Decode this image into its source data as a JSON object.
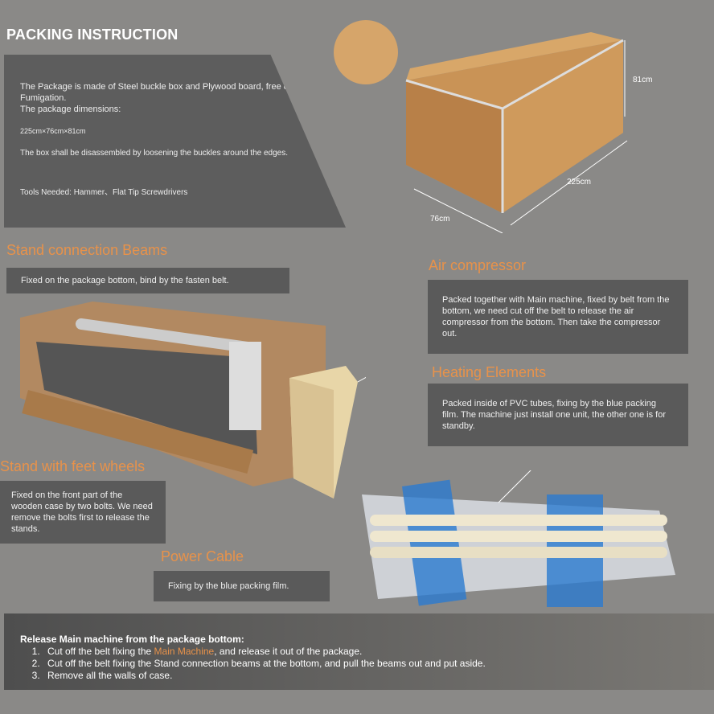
{
  "title": "PACKING INSTRUCTION",
  "info": {
    "p1": "The Package is made of Steel buckle box and Plywood board, free of Fumigation.",
    "p2": "The package dimensions:",
    "dims": "225cm×76cm×81cm",
    "p3": "The box shall be disassembled by loosening the buckles around the edges.",
    "p4": "Tools Needed: Hammer、Flat Tip Screwdrivers"
  },
  "crate": {
    "height": "81cm",
    "length": "225cm",
    "width": "76cm"
  },
  "sections": {
    "beams": {
      "heading": "Stand connection Beams",
      "text": "Fixed on the package bottom, bind by the fasten belt."
    },
    "compressor": {
      "heading": "Air compressor",
      "text": "Packed together with Main machine, fixed by belt from the bottom, we need cut off the belt to release the air compressor from the bottom. Then take the compressor out."
    },
    "heating": {
      "heading": "Heating Elements",
      "text": "Packed inside of PVC tubes, fixing by the blue packing film. The machine just install one unit, the other one is for standby."
    },
    "stand": {
      "heading": "Stand with feet wheels",
      "text": "Fixed on the front part of the wooden case by two bolts. We need remove the bolts first to release the stands."
    },
    "power": {
      "heading": "Power Cable",
      "text": "Fixing by the blue packing film."
    }
  },
  "release": {
    "heading": "Release Main machine from the package bottom:",
    "step1_pre": "Cut off the belt fixing the ",
    "step1_hl": "Main Machine",
    "step1_post": ", and release it out of the package.",
    "step2": "Cut off the belt fixing the Stand connection beams at the bottom, and pull the beams out and put aside.",
    "step3": "Remove all the walls of case."
  }
}
